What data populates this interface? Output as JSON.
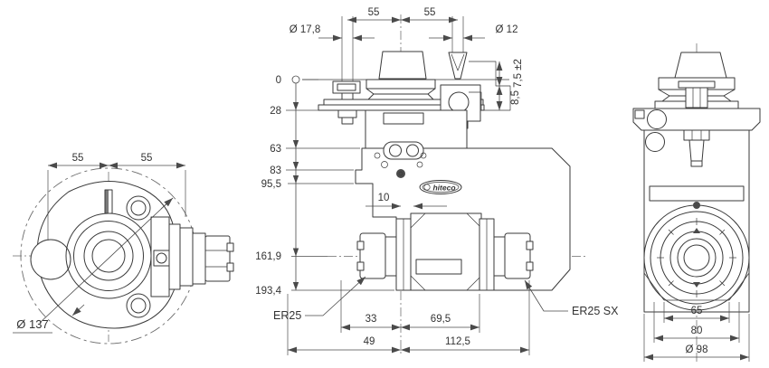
{
  "drawing": {
    "logo": "hiteco",
    "left_view": {
      "dim_55_left": "55",
      "dim_55_right": "55",
      "dim_diameter": "Ø 137"
    },
    "front_view": {
      "dim_55_left": "55",
      "dim_55_right": "55",
      "dim_hole_left": "Ø 17,8",
      "dim_hole_right": "Ø 12",
      "dim_offset_upper": "7,5 ±2",
      "dim_offset_lower": "8,5",
      "chain": [
        "0",
        "28",
        "63",
        "83",
        "95,5",
        "161,9",
        "193,4"
      ],
      "dim_spindle_offset": "10",
      "dim_33": "33",
      "dim_69_5": "69,5",
      "dim_49": "49",
      "dim_112_5": "112,5",
      "label_er25": "ER25",
      "label_er25_sx": "ER25 SX"
    },
    "side_view": {
      "dim_65": "65",
      "dim_80": "80",
      "dim_diameter": "Ø 98"
    }
  }
}
